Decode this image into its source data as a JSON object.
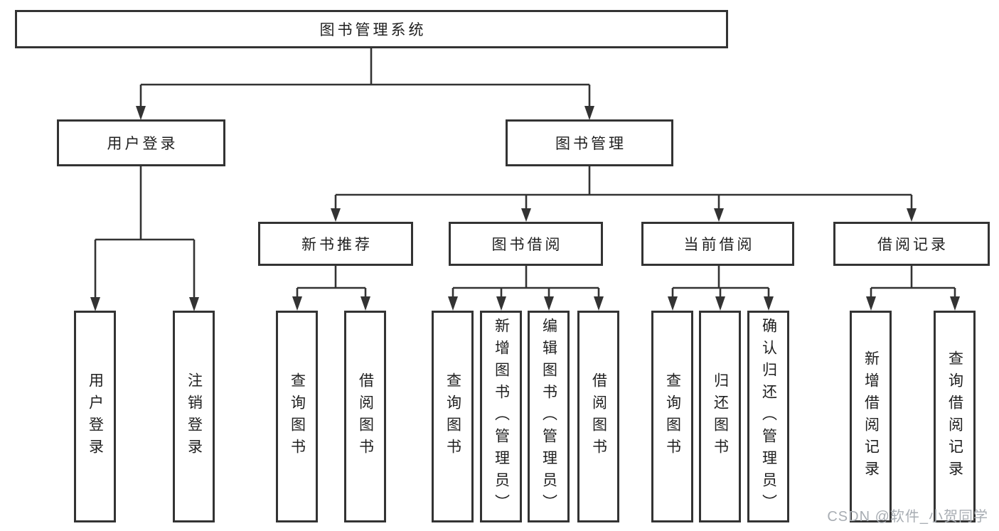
{
  "diagram": {
    "root": {
      "label": "图书管理系统"
    },
    "level1": [
      {
        "label": "用户登录"
      },
      {
        "label": "图书管理"
      }
    ],
    "level2": [
      {
        "label": "新书推荐"
      },
      {
        "label": "图书借阅"
      },
      {
        "label": "当前借阅"
      },
      {
        "label": "借阅记录"
      }
    ],
    "leaves": [
      {
        "label": "用户登录"
      },
      {
        "label": "注销登录"
      },
      {
        "label": "查询图书"
      },
      {
        "label": "借阅图书"
      },
      {
        "label": "查询图书"
      },
      {
        "label": "新增图书（管理员）"
      },
      {
        "label": "编辑图书（管理员）"
      },
      {
        "label": "借阅图书"
      },
      {
        "label": "查询图书"
      },
      {
        "label": "归还图书"
      },
      {
        "label": "确认归还（管理员）"
      },
      {
        "label": "新增借阅记录"
      },
      {
        "label": "查询借阅记录"
      }
    ]
  },
  "watermark": {
    "text": "CSDN @软件_小贺同学"
  },
  "colors": {
    "line": "#333333",
    "text": "#1f1f1f",
    "background": "#ffffff",
    "watermark": "#a8adb3"
  }
}
